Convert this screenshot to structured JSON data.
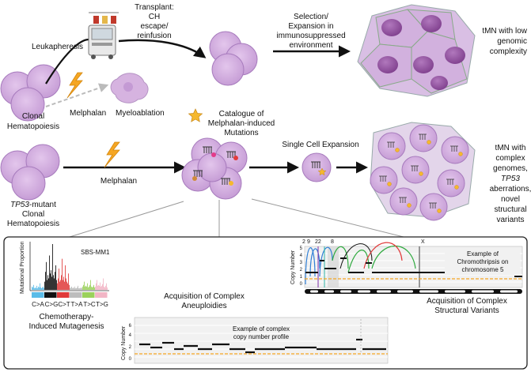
{
  "top_row": {
    "leukapheresis": "Leukapheresis",
    "transplant_l1": "Transplant:",
    "transplant_l2": "CH",
    "transplant_l3": "escape/",
    "transplant_l4": "reinfusion",
    "melphalan": "Melphalan",
    "myeloablation": "Myeloablation",
    "clonal_l1": "Clonal",
    "clonal_l2": "Hematopoiesis",
    "selection_l1": "Selection/",
    "selection_l2": "Expansion in",
    "selection_l3": "immunosuppressed",
    "selection_l4": "environment",
    "tmn_low_l1": "tMN with low",
    "tmn_low_l2": "genomic",
    "tmn_low_l3": "complexity"
  },
  "bottom_row": {
    "tp53_italic": "TP53",
    "tp53_rest": "-mutant",
    "clonal_l1": "Clonal",
    "clonal_l2": "Hematopoiesis",
    "melphalan": "Melphalan",
    "catalogue_l1": "Catalogue of",
    "catalogue_l2": "Melphalan-induced",
    "catalogue_l3": "Mutations",
    "single_cell": "Single Cell Expansion",
    "tmn_complex_l1": "tMN with",
    "tmn_complex_l2": "complex",
    "tmn_complex_l3": "genomes,",
    "tmn_complex_l4": "TP53",
    "tmn_complex_l5": "aberrations,",
    "tmn_complex_l6": "novel",
    "tmn_complex_l7": "structural",
    "tmn_complex_l8": "variants"
  },
  "panel": {
    "sig_ylabel": "Mutational Proportion",
    "sig_name": "SBS-MM1",
    "sig_categories": [
      "C>A",
      "C>G",
      "C>T",
      "T>A",
      "T>C",
      "T>G"
    ],
    "sig_colors": [
      "#5bbce8",
      "#111111",
      "#e03a3a",
      "#bdbdbd",
      "#9bd15c",
      "#f2b6c6"
    ],
    "chemo_l1": "Chemotherapy-",
    "chemo_l2": "Induced Mutagenesis",
    "aneu_l1": "Acquisition of Complex",
    "aneu_l2": "Aneuploidies",
    "cn_ylabel": "Copy Number",
    "cn_example_l1": "Example of complex",
    "cn_example_l2": "copy number profile",
    "cn_ticks": [
      "6",
      "4",
      "2",
      "0"
    ],
    "sv_ylabel": "Copy Number",
    "sv_ticks": [
      "5",
      "4",
      "3",
      "2",
      "1",
      "0"
    ],
    "sv_chroms": [
      "2",
      "9",
      "22",
      "8",
      "X"
    ],
    "sv_example_l1": "Example of",
    "sv_example_l2": "Chromothripsis on",
    "sv_example_l3": "chromosome 5",
    "sv_title_l1": "Acquisition of Complex",
    "sv_title_l2": "Structural Variants"
  },
  "colors": {
    "cell": "#cfa9dc",
    "cell_edge": "#a77bbd",
    "nucleus": "#9a5aa6",
    "bolt": "#f5a623"
  }
}
